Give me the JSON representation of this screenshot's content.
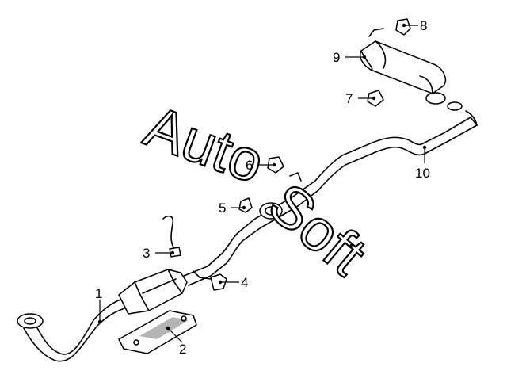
{
  "callouts": [
    {
      "number": "1"
    },
    {
      "number": "2"
    },
    {
      "number": "3"
    },
    {
      "number": "4"
    },
    {
      "number": "5"
    },
    {
      "number": "6"
    },
    {
      "number": "7"
    },
    {
      "number": "8"
    },
    {
      "number": "9"
    },
    {
      "number": "10"
    }
  ],
  "watermark": {
    "part1": "Auto",
    "part2": "Soft"
  }
}
